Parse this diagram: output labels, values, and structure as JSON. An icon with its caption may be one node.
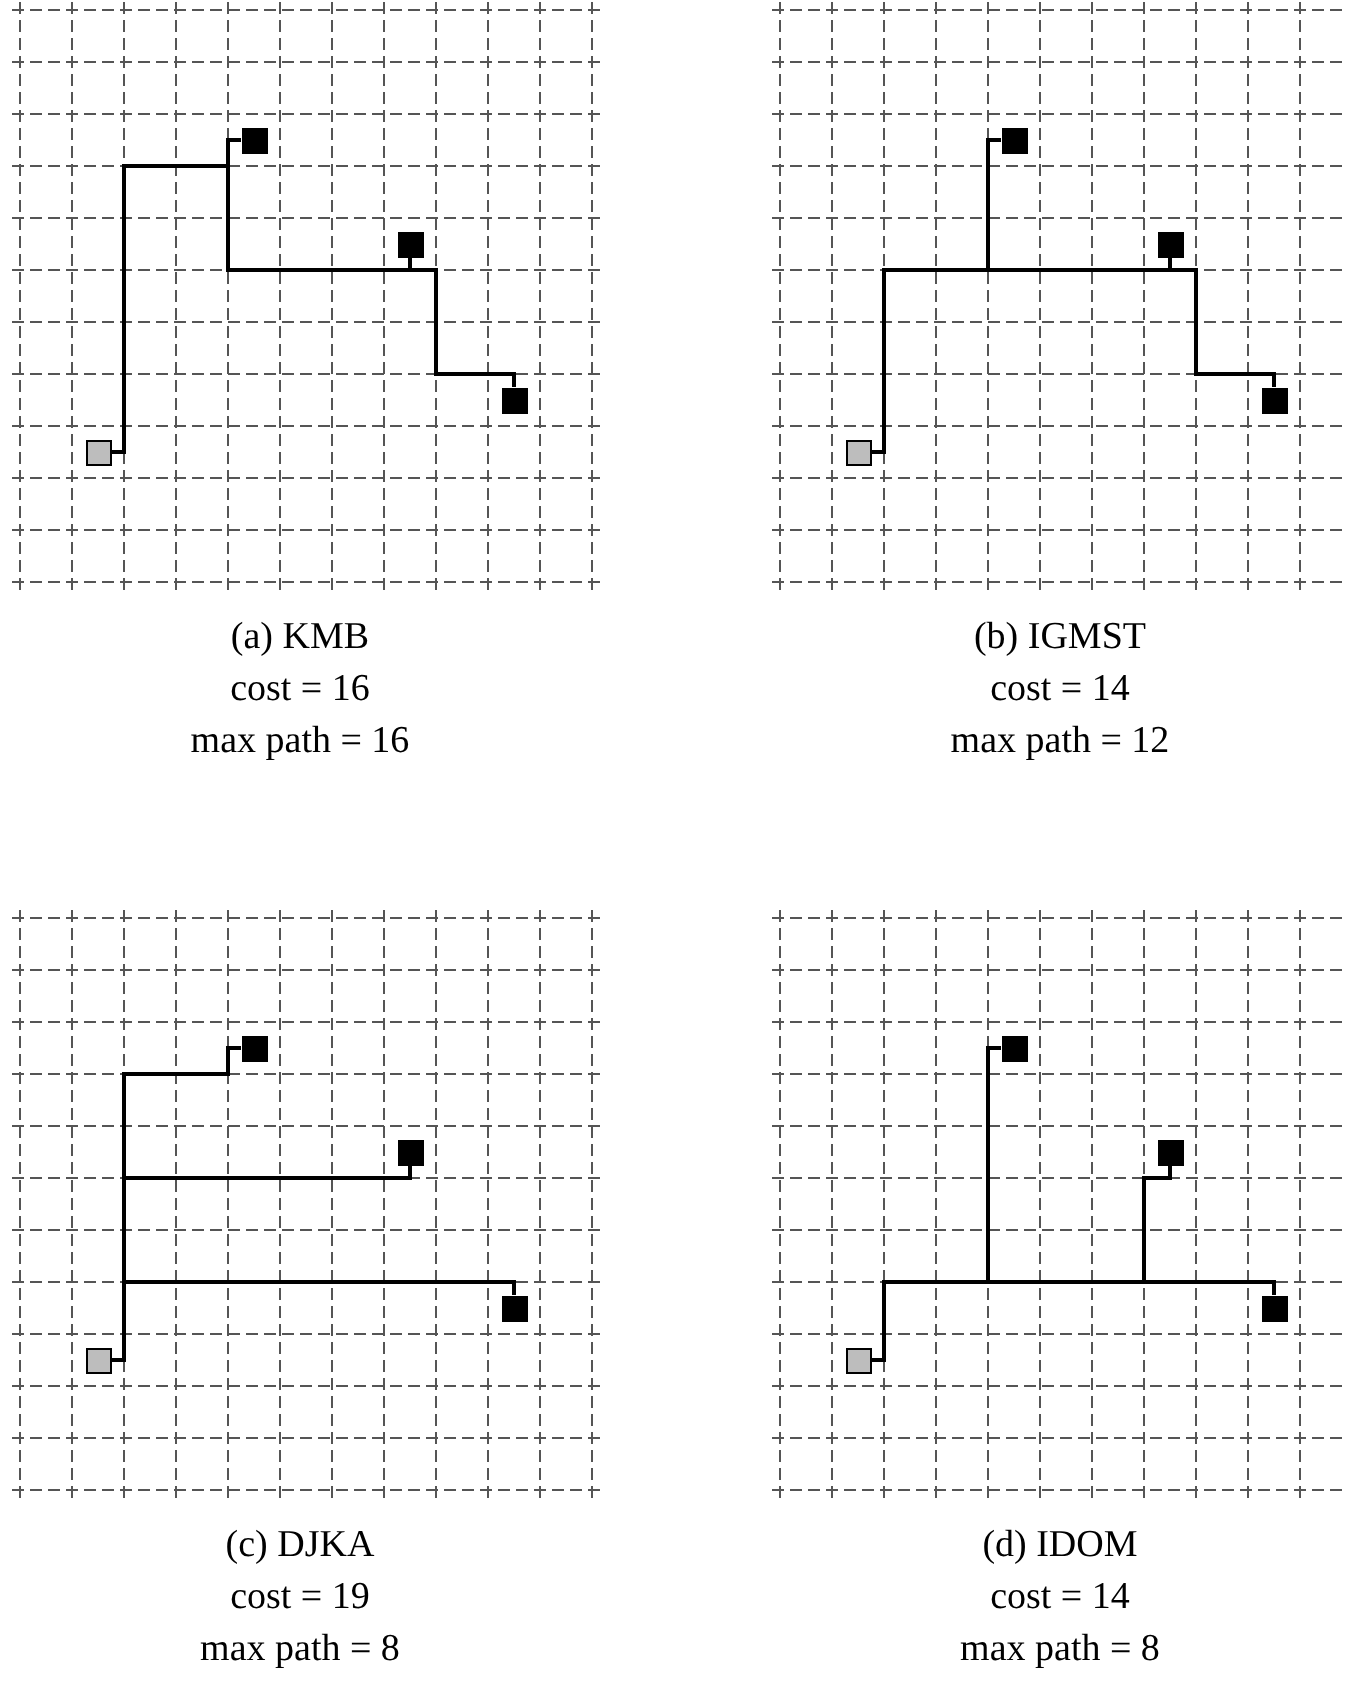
{
  "diagram": {
    "nodes": [
      {
        "text": [],
        "shape": "box"
      },
      {
        "text": [],
        "shape": "box"
      },
      {
        "text": [],
        "shape": "box"
      },
      {
        "text": [],
        "shape": "box"
      },
      {
        "text": [],
        "shape": "box"
      },
      {
        "text": [],
        "shape": "box"
      },
      {
        "text": [],
        "shape": "box"
      },
      {
        "text": [],
        "shape": "box"
      },
      {
        "text": [],
        "shape": "box"
      },
      {
        "text": [],
        "shape": "box"
      },
      {
        "text": [],
        "shape": "box"
      },
      {
        "text": [],
        "shape": "box"
      },
      {
        "text": [],
        "shape": "box"
      },
      {
        "text": [],
        "shape": "box"
      },
      {
        "text": [],
        "shape": "box"
      },
      {
        "text": [],
        "shape": "box"
      }
    ],
    "edges": [
      {
        "from": 3,
        "to": 0,
        "arrow": "none"
      },
      {
        "from": 3,
        "to": 1,
        "arrow": "none"
      },
      {
        "from": 3,
        "to": 2,
        "arrow": "none"
      },
      {
        "from": 7,
        "to": 4,
        "arrow": "none"
      },
      {
        "from": 7,
        "to": 5,
        "arrow": "none"
      },
      {
        "from": 7,
        "to": 6,
        "arrow": "none"
      },
      {
        "from": 11,
        "to": 8,
        "arrow": "none"
      },
      {
        "from": 11,
        "to": 9,
        "arrow": "none"
      },
      {
        "from": 11,
        "to": 10,
        "arrow": "none"
      },
      {
        "from": 15,
        "to": 12,
        "arrow": "none"
      },
      {
        "from": 15,
        "to": 13,
        "arrow": "none"
      },
      {
        "from": 15,
        "to": 14,
        "arrow": "none"
      }
    ],
    "labels": [
      "(a) KMB",
      "cost = 16",
      "max path = 16",
      "(b) IGMST",
      "cost = 14",
      "max path = 12",
      "(c) DJKA",
      "cost = 19",
      "max path = 8",
      "(d) IDOM",
      "cost = 14",
      "max path = 8"
    ]
  }
}
